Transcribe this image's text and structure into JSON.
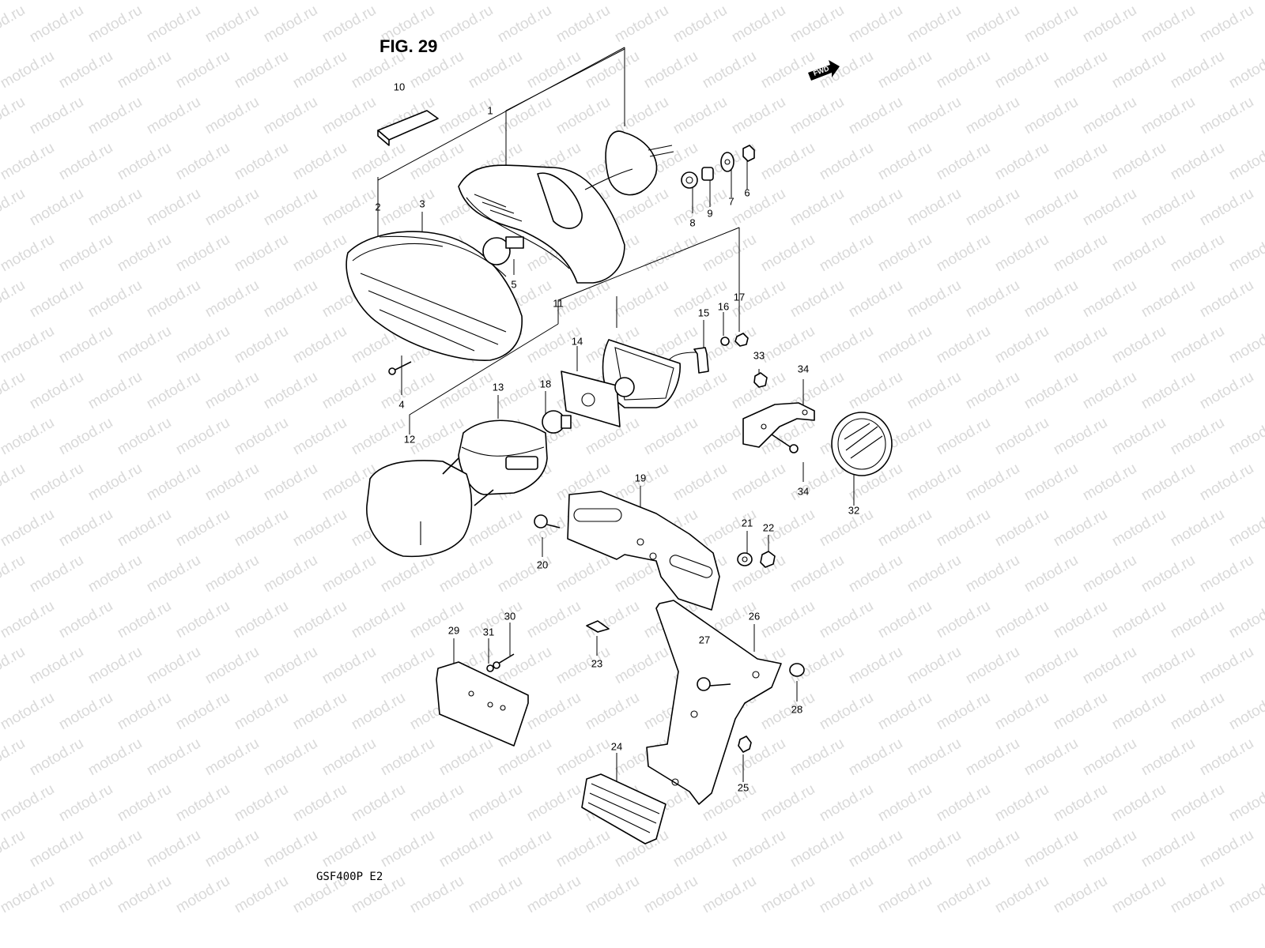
{
  "figure_title": "FIG. 29",
  "model_code": "GSF400P  E2",
  "watermark": "motod.ru",
  "fwd_badge": "FWD",
  "callouts": [
    "1",
    "2",
    "3",
    "4",
    "5",
    "6",
    "7",
    "8",
    "9",
    "10",
    "11",
    "12",
    "13",
    "14",
    "15",
    "16",
    "17",
    "18",
    "19",
    "20",
    "21",
    "22",
    "23",
    "24",
    "25",
    "26",
    "27",
    "28",
    "29",
    "30",
    "31",
    "32",
    "33",
    "34",
    "34"
  ]
}
